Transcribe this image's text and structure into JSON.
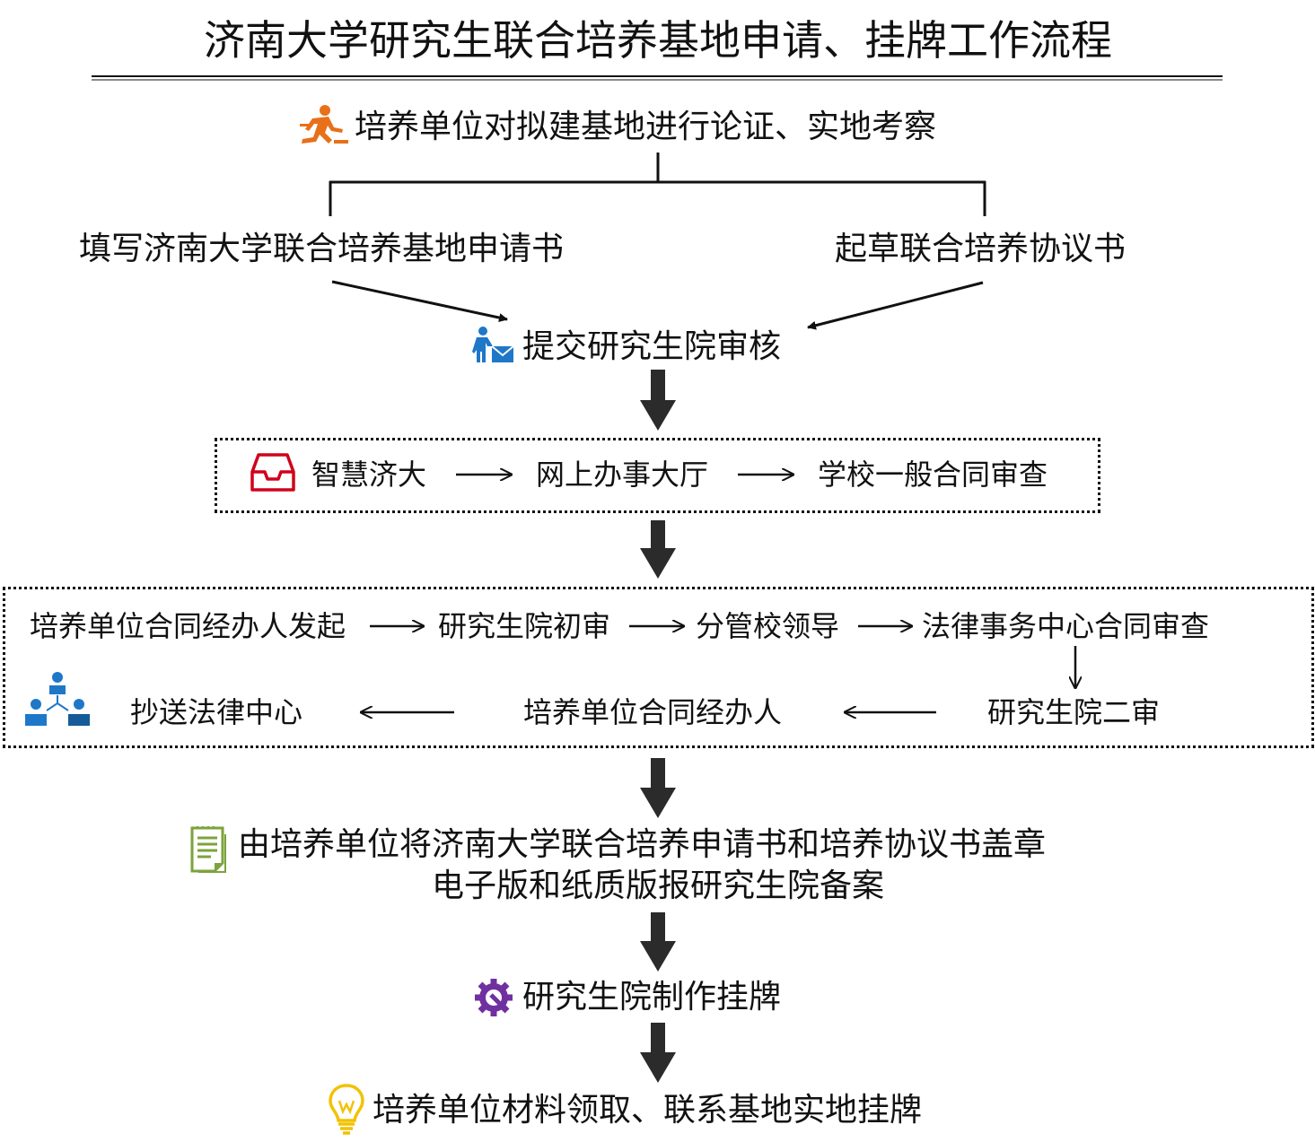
{
  "title": "济南大学研究生联合培养基地申请、挂牌工作流程",
  "step1": {
    "label": "培养单位对拟建基地进行论证、实地考察",
    "icon": "running-person-icon",
    "icon_color": "#E8701A"
  },
  "branch_left": "填写济南大学联合培养基地申请书",
  "branch_right": "起草联合培养协议书",
  "step2": {
    "label": "提交研究生院审核",
    "icon": "person-mail-icon",
    "icon_color": "#1F77C8"
  },
  "box1": {
    "icon": "inbox-tray-icon",
    "icon_color": "#D0021B",
    "items": [
      "智慧济大",
      "网上办事大厅",
      "学校一般合同审查"
    ]
  },
  "box2": {
    "row1": [
      "培养单位合同经办人发起",
      "研究生院初审",
      "分管校领导",
      "法律事务中心合同审查"
    ],
    "row2": [
      "抄送法律中心",
      "培养单位合同经办人",
      "研究生院二审"
    ],
    "icon": "org-people-icon",
    "icon_color": "#1F77C8"
  },
  "step3": {
    "line1": "由培养单位将济南大学联合培养申请书和培养协议书盖章",
    "line2": "电子版和纸质版报研究生院备案",
    "icon": "document-icon",
    "icon_color": "#7BA33B"
  },
  "step4": {
    "label": "研究生院制作挂牌",
    "icon": "gear-wrench-icon",
    "icon_color": "#7030A0"
  },
  "step5": {
    "label": "培养单位材料领取、联系基地实地挂牌",
    "icon": "lightbulb-icon",
    "icon_color": "#F2C200"
  }
}
